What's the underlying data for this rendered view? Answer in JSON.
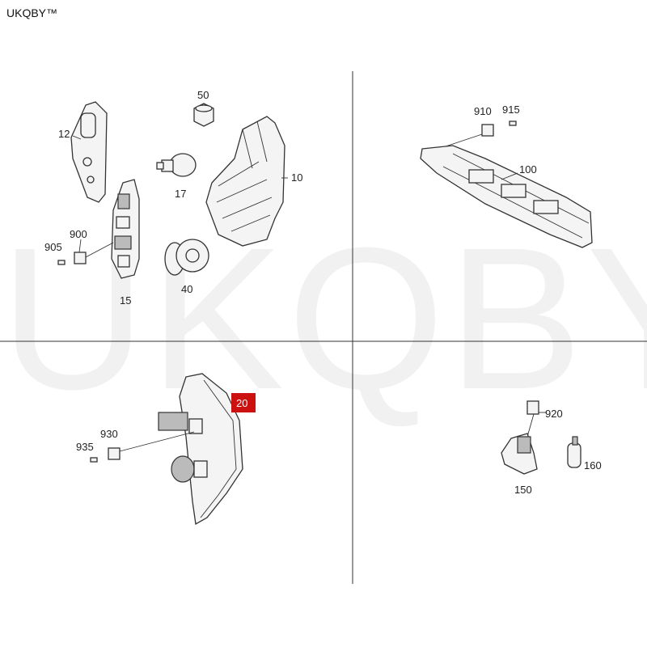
{
  "brand": "UKQBY™",
  "watermark": "UKQBY™",
  "parts": {
    "p12": "12",
    "p50": "50",
    "p17": "17",
    "p10": "10",
    "p900": "900",
    "p905": "905",
    "p15": "15",
    "p40": "40",
    "p910": "910",
    "p915": "915",
    "p100": "100",
    "p20": "20",
    "p930": "930",
    "p935": "935",
    "p920": "920",
    "p160": "160",
    "p150": "150"
  },
  "colors": {
    "highlight": "#cc1111",
    "line": "#333333"
  }
}
